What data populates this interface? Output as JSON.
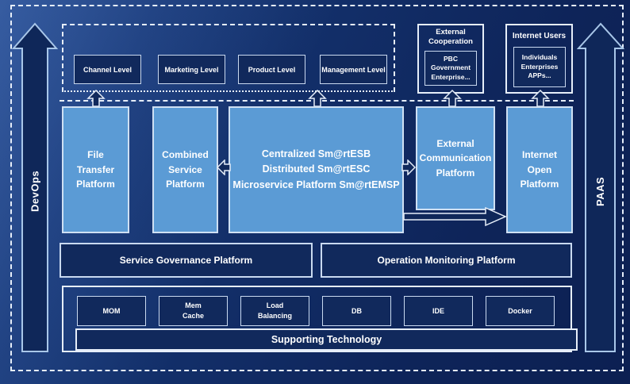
{
  "colors": {
    "background": "#13306b",
    "light_box_fill": "#5b9bd5",
    "dark_box_fill": "#11295c",
    "border_light": "#cfe0f3",
    "text": "#ffffff"
  },
  "side_rails": {
    "left_label": "DevOps",
    "right_label": "PAAS"
  },
  "top_band": {
    "levels": [
      {
        "label": "Channel Level"
      },
      {
        "label": "Marketing Level"
      },
      {
        "label": "Product Level"
      },
      {
        "label": "Management Level"
      }
    ],
    "external_cooperation": {
      "title": "External\nCooperation",
      "detail": "PBC Government\nEnterprise..."
    },
    "internet_users": {
      "title": "Internet Users",
      "detail": "Individuals\nEnterprises\nAPPs..."
    }
  },
  "platform_row": {
    "file_transfer": "File\nTransfer\nPlatform",
    "combined_service": "Combined\nService\nPlatform",
    "central": "Centralized Sm@rtESB\nDistributed Sm@rtESC\nMicroservice Platform Sm@rtEMSP",
    "external_communication": "External\nCommunication\nPlatform",
    "internet_open": "Internet\nOpen\nPlatform"
  },
  "governance_row": {
    "service_governance": "Service Governance Platform",
    "operation_monitoring": "Operation Monitoring Platform"
  },
  "supporting": {
    "technologies": [
      {
        "label": "MOM"
      },
      {
        "label": "Mem\nCache"
      },
      {
        "label": "Load\nBalancing"
      },
      {
        "label": "DB"
      },
      {
        "label": "IDE"
      },
      {
        "label": "Docker"
      }
    ],
    "bar_label": "Supporting Technology"
  }
}
